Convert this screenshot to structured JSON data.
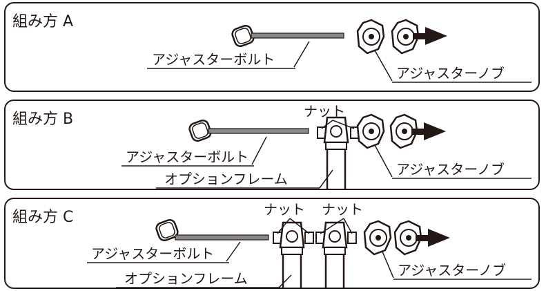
{
  "panels": [
    {
      "title": "組み方 A",
      "labels": {
        "bolt": "アジャスターボルト",
        "knob": "アジャスターノブ"
      }
    },
    {
      "title": "組み方 B",
      "labels": {
        "nut": "ナット",
        "bolt": "アジャスターボルト",
        "frame": "オプションフレーム",
        "knob": "アジャスターノブ"
      }
    },
    {
      "title": "組み方 C",
      "labels": {
        "nut1": "ナット",
        "nut2": "ナット",
        "bolt": "アジャスターボルト",
        "frame": "オプションフレーム",
        "knob": "アジャスターノブ"
      }
    }
  ]
}
